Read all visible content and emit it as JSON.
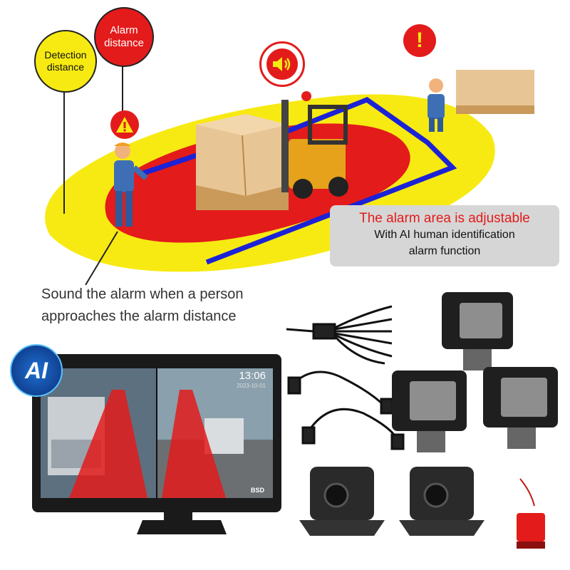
{
  "labels": {
    "detection": "Detection distance",
    "alarm": "Alarm distance",
    "adjustable_title": "The alarm area is adjustable",
    "adjustable_line1": "With AI human identification",
    "adjustable_line2": "alarm function",
    "caption_line1": "Sound the alarm when a person",
    "caption_line2": "approaches the alarm distance"
  },
  "monitor": {
    "time": "13:06",
    "date": "2023-10-01",
    "bsd_label": "BSD"
  },
  "badge": {
    "ai": "AI"
  },
  "icons": {
    "warning": "warning-triangle-icon",
    "speaker": "speaker-icon",
    "exclamation": "exclamation-icon"
  },
  "colors": {
    "alarm_red": "#e31b1b",
    "detection_yellow": "#f7ea12",
    "boundary_blue": "#1c22d6",
    "info_box_gray": "#d6d6d6"
  }
}
